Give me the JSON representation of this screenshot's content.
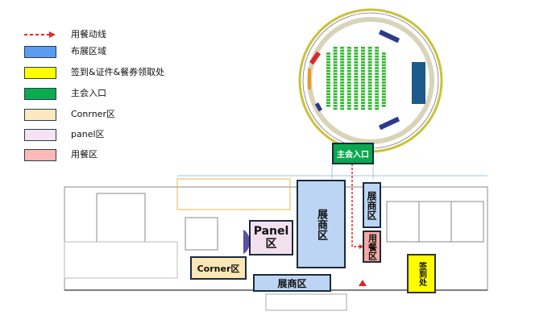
{
  "legend": [
    {
      "label": "用餐动线",
      "type": "arrow",
      "color": "#e8262a"
    },
    {
      "label": "布展区域",
      "color": "#5b9bf0"
    },
    {
      "label": "签到&证件&餐券领取处",
      "color": "#ffff00"
    },
    {
      "label": "主会入口",
      "color": "#0bab4f"
    },
    {
      "label": "Conrner区",
      "color": "#fde9bd"
    },
    {
      "label": "panel区",
      "color": "#f5e3f3"
    },
    {
      "label": "用餐区",
      "color": "#fdb8b8"
    }
  ],
  "zones": {
    "main_entrance": "主会入口",
    "exhibitor_main": "展商区",
    "exhibitor_right": "展商区",
    "exhibitor_bottom": "展商区",
    "panel": "Panel区",
    "corner": "Corner区",
    "dining": "用餐区",
    "registration": "签到处"
  },
  "colors": {
    "exhibitor": "#bcd5f5",
    "panel": "#f3e0ef",
    "corner": "#fbe6b5",
    "dining": "#f5a9a3",
    "registration": "#ffff00",
    "entrance": "#0aa84f",
    "route": "#e8262a"
  }
}
